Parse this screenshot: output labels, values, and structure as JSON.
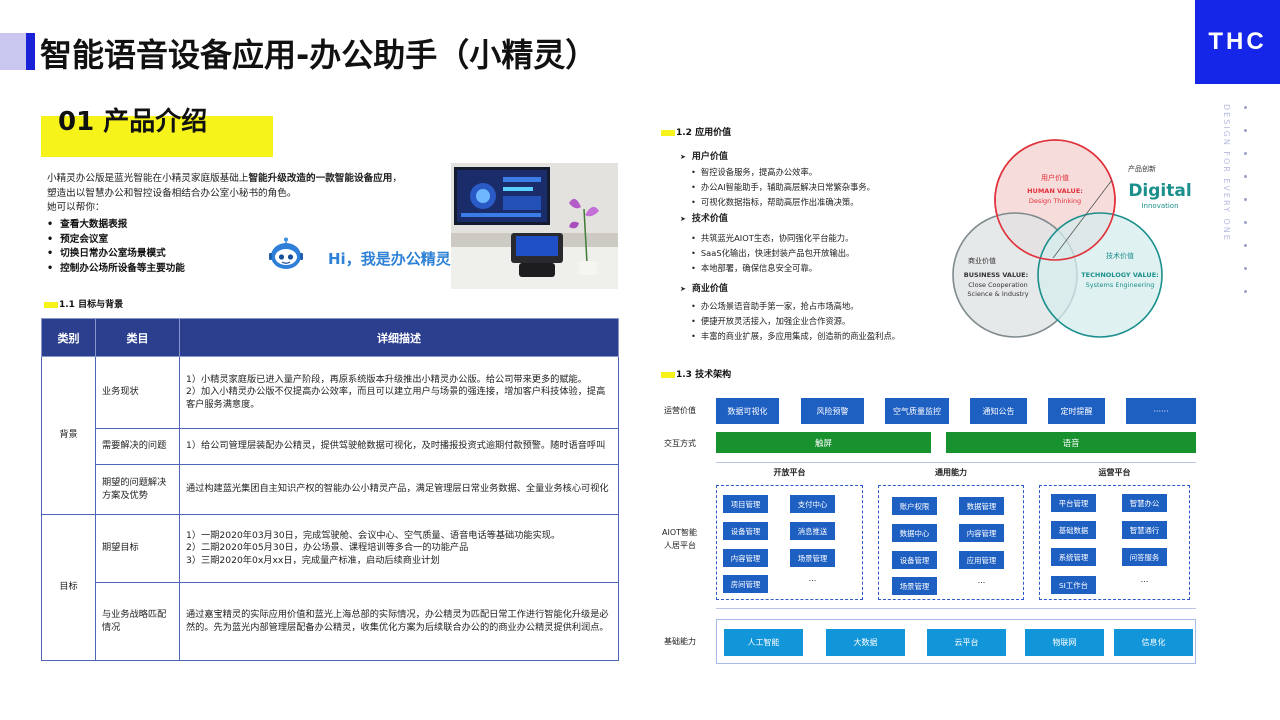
{
  "header": {
    "title": "智能语音设备应用-办公助手（小精灵）",
    "logo_text": "THC",
    "vertical_slogan": "DESIGN FOR EVERY ONE"
  },
  "section": {
    "number_title": "01 产品介绍"
  },
  "intro": {
    "line1_pre": "小精灵办公版是蓝光智能在小精灵家庭版基础上",
    "line1_bold": "智能升级改造的一款智能设备应用",
    "line1_post": "，",
    "line2": "塑造出以智慧办公和智控设备相结合办公室小秘书的角色。",
    "line3": "她可以帮你：",
    "bullets": [
      "查看大数据表报",
      "预定会议室",
      "切换日常办公室场景模式",
      "控制办公场所设备等主要功能"
    ],
    "greeting": "Hi，我是办公精灵小蓝"
  },
  "subsection_1_1": {
    "title": "1.1 目标与背景"
  },
  "table": {
    "headers": [
      "类别",
      "类目",
      "详细描述"
    ],
    "groups": [
      {
        "category": "背景",
        "rows": [
          {
            "item": "业务现状",
            "desc": "1）小精灵家庭版已进入量产阶段，再原系统版本升级推出小精灵办公版。给公司带来更多的赋能。\n2）加入小精灵办公版不仅提高办公效率，而且可以建立用户与场景的强连接，增加客户科技体验，提高客户服务满意度。"
          },
          {
            "item": "需要解决的问题",
            "desc": "1）给公司管理层装配办公精灵，提供驾驶舱数据可视化，及时播报投资式逾期付款预警。随时语音呼叫"
          },
          {
            "item": "期望的问题解决方案及优势",
            "desc": "通过构建蓝光集团自主知识产权的智能办公小精灵产品，满足管理层日常业务数据、全量业务核心可视化"
          }
        ]
      },
      {
        "category": "目标",
        "rows": [
          {
            "item": "期望目标",
            "desc": "1）一期2020年03月30日，完成驾驶舱、会议中心、空气质量、语音电话等基础功能实现。\n2）二期2020年05月30日，办公场景、课程培训等多合一的功能产品\n3）三期2020年0x月xx日，完成量产标准，启动后续商业计划"
          },
          {
            "item": "与业务战略匹配情况",
            "desc": "通过嘉宝精灵的实际应用价值和蓝光上海总部的实际情况，办公精灵为匹配日常工作进行智能化升级是必然的。先为蓝光内部管理层配备办公精灵，收集优化方案为后续联合办公的的商业办公精灵提供利润点。"
          }
        ]
      }
    ]
  },
  "subsection_1_2": {
    "title": "1.2 应用价值",
    "groups": [
      {
        "title": "用户价值",
        "items": [
          "智控设备服务，提高办公效率。",
          "办公AI智能助手，辅助高层解决日常繁杂事务。",
          "可视化数据指标，帮助高层作出准确决策。"
        ]
      },
      {
        "title": "技术价值",
        "items": [
          "共筑蓝光AIOT生态，协同强化平台能力。",
          "SaaS化输出，快速封装产品包开放输出。",
          "本地部署，确保信息安全可靠。"
        ]
      },
      {
        "title": "商业价值",
        "items": [
          "办公场景语音助手第一家，抢占市场高地。",
          "便捷开放灵活接入，加强企业合作资源。",
          "丰富的商业扩展，多应用集成，创造新的商业盈利点。"
        ]
      }
    ]
  },
  "venn": {
    "user_cn": "用户价值",
    "user_en1": "HUMAN VALUE:",
    "user_en2": "Design Thinking",
    "biz_cn": "商业价值",
    "biz_en1": "BUSINESS VALUE:",
    "biz_en2a": "Close Cooperation",
    "biz_en2b": "Science & Industry",
    "tech_cn": "技术价值",
    "tech_en1": "TECHNOLOGY VALUE:",
    "tech_en2": "Systems Engineering",
    "innov_cn": "产品创新",
    "innov_big": "Digital",
    "innov_small": "Innovation",
    "colors": {
      "user": "#e0323a",
      "business": "#7f8a8e",
      "tech": "#1b8f8c",
      "digital": "#1b8f8c"
    }
  },
  "subsection_1_3": {
    "title": "1.3 技术架构",
    "ops_label": "运营价值",
    "ops_boxes": [
      "数据可视化",
      "风险预警",
      "空气质量监控",
      "通知公告",
      "定时提醒",
      "······"
    ],
    "interact_label": "交互方式",
    "interact_boxes": [
      "触屏",
      "语音"
    ],
    "aiot_label_1": "AIOT智能",
    "aiot_label_2": "人居平台",
    "platforms": [
      {
        "title": "开放平台",
        "modules": [
          "项目管理",
          "支付中心",
          "设备管理",
          "消息推送",
          "内容管理",
          "场景管理",
          "房间管理",
          "..."
        ]
      },
      {
        "title": "通用能力",
        "modules": [
          "账户权限",
          "数据管理",
          "数据中心",
          "内容管理",
          "设备管理",
          "应用管理",
          "场景管理",
          "..."
        ]
      },
      {
        "title": "运营平台",
        "modules": [
          "平台管理",
          "智慧办公",
          "基础数据",
          "智慧通行",
          "系统管理",
          "问答服务",
          "SI工作台",
          "..."
        ]
      }
    ],
    "base_label": "基础能力",
    "base_boxes": [
      "人工智能",
      "大数据",
      "云平台",
      "物联网",
      "信息化"
    ]
  }
}
